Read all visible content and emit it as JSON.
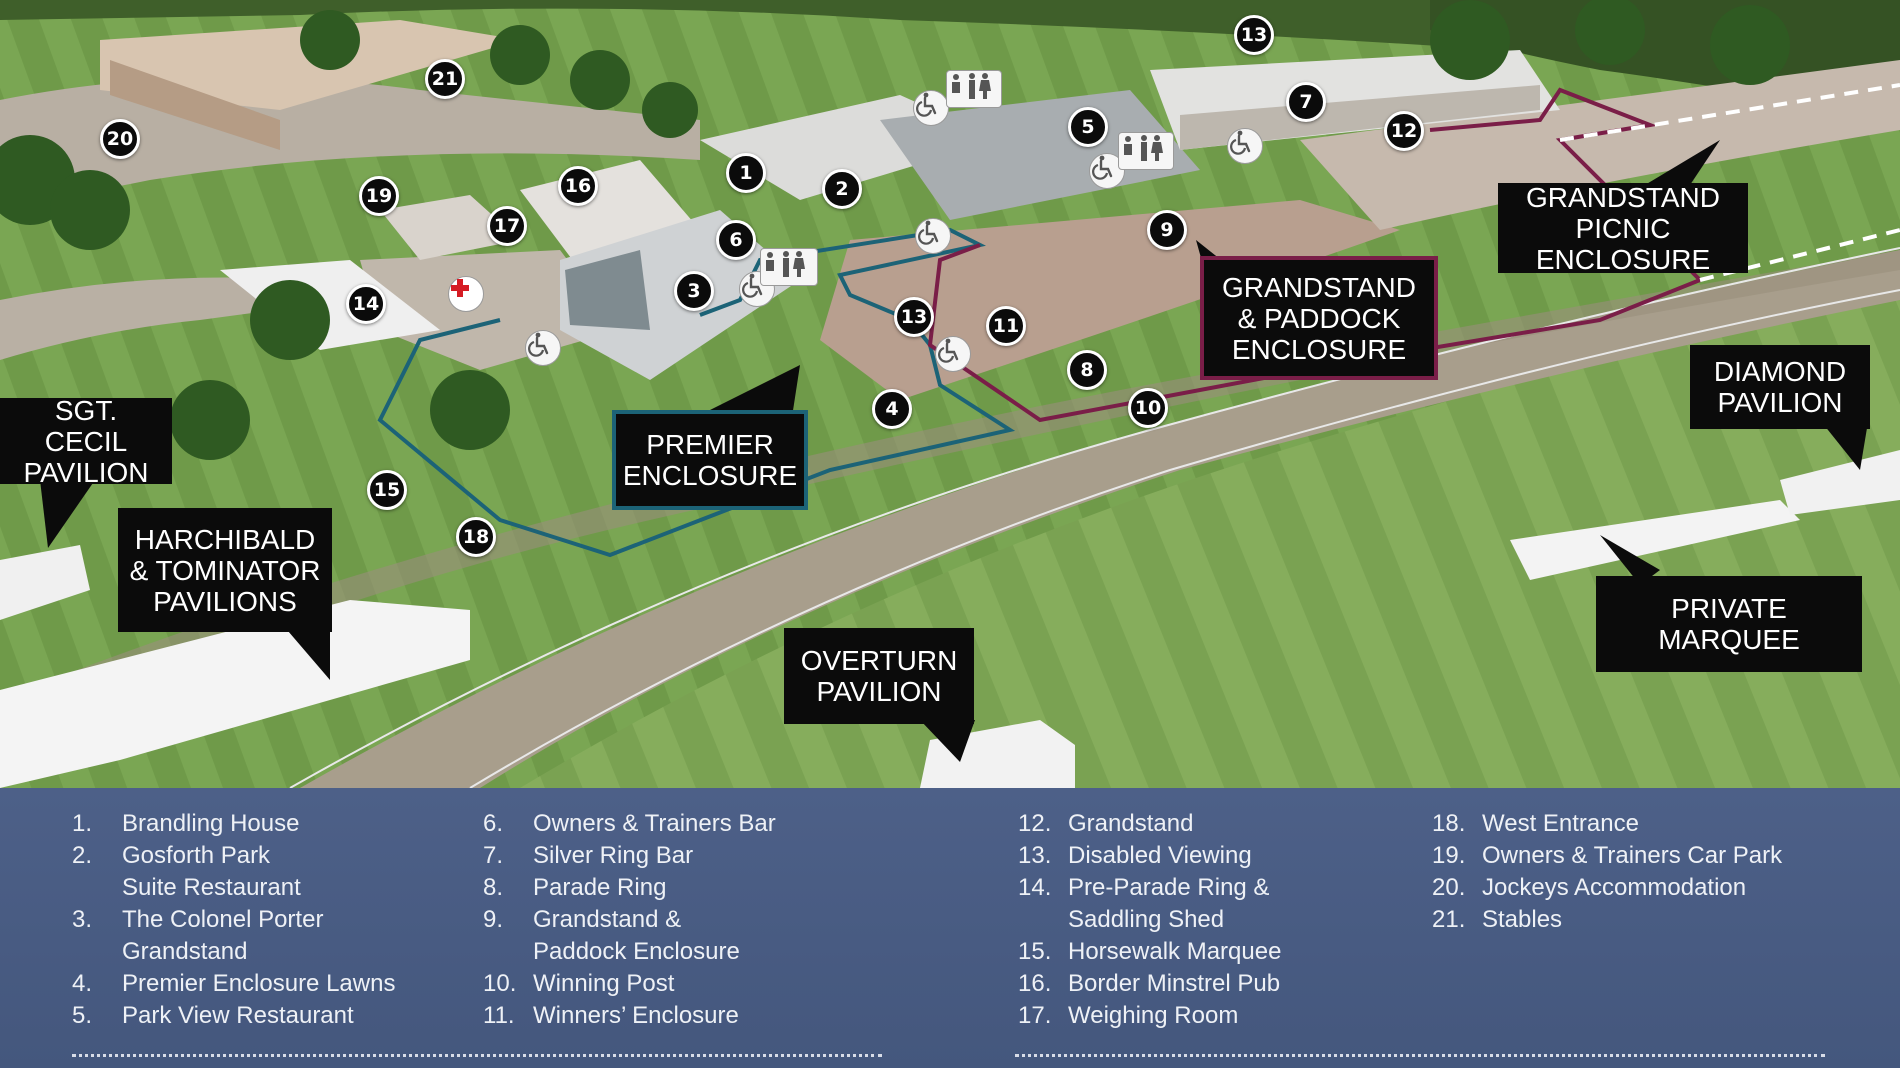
{
  "map": {
    "callouts": [
      {
        "id": "grandstand-picnic-enclosure",
        "text": "GRANDSTAND PICNIC\nENCLOSURE",
        "style": "plain"
      },
      {
        "id": "grandstand-paddock-enclosure",
        "text": "GRANDSTAND\n& PADDOCK\nENCLOSURE",
        "style": "maroon"
      },
      {
        "id": "premier-enclosure",
        "text": "PREMIER\nENCLOSURE",
        "style": "teal"
      },
      {
        "id": "sgt-cecil-pavilion",
        "text": "SGT. CECIL\nPAVILION",
        "style": "plain"
      },
      {
        "id": "harchibald-tominator-pavilions",
        "text": "HARCHIBALD\n& TOMINATOR\nPAVILIONS",
        "style": "plain"
      },
      {
        "id": "diamond-pavilion",
        "text": "DIAMOND\nPAVILION",
        "style": "plain"
      },
      {
        "id": "private-marquee",
        "text": "PRIVATE\nMARQUEE",
        "style": "plain"
      },
      {
        "id": "overturn-pavilion",
        "text": "OVERTURN\nPAVILION",
        "style": "plain"
      }
    ],
    "markers": [
      "13",
      "21",
      "20",
      "7",
      "5",
      "12",
      "1",
      "2",
      "16",
      "19",
      "17",
      "6",
      "9",
      "3",
      "14",
      "13",
      "11",
      "8",
      "4",
      "10",
      "15",
      "18"
    ],
    "icons": [
      "wheelchair-icon",
      "family-toilet-icon",
      "wheelchair-icon",
      "wheelchair-icon",
      "family-toilet-icon",
      "wheelchair-icon",
      "wheelchair-icon",
      "family-toilet-icon",
      "wheelchair-icon",
      "wheelchair-icon",
      "first-aid-icon"
    ],
    "colors": {
      "premier_boundary": "#1c6377",
      "grandstand_boundary": "#7a1e48",
      "label_bg": "#0b0b0b"
    }
  },
  "legend": {
    "columns": [
      [
        {
          "num": "1.",
          "text": "Brandling House"
        },
        {
          "num": "2.",
          "text": "Gosforth Park\nSuite Restaurant"
        },
        {
          "num": "3.",
          "text": "The Colonel Porter\nGrandstand"
        },
        {
          "num": "4.",
          "text": "Premier Enclosure Lawns"
        },
        {
          "num": "5.",
          "text": "Park View Restaurant"
        }
      ],
      [
        {
          "num": "6.",
          "text": "Owners & Trainers Bar"
        },
        {
          "num": "7.",
          "text": "Silver Ring Bar"
        },
        {
          "num": "8.",
          "text": "Parade Ring"
        },
        {
          "num": "9.",
          "text": "Grandstand &\nPaddock Enclosure"
        },
        {
          "num": "10.",
          "text": "Winning Post"
        },
        {
          "num": "11.",
          "text": "Winners’ Enclosure"
        }
      ],
      [
        {
          "num": "12.",
          "text": "Grandstand"
        },
        {
          "num": "13.",
          "text": "Disabled Viewing"
        },
        {
          "num": "14.",
          "text": "Pre-Parade Ring &\nSaddling Shed"
        },
        {
          "num": "15.",
          "text": "Horsewalk Marquee"
        },
        {
          "num": "16.",
          "text": "Border Minstrel Pub"
        },
        {
          "num": "17.",
          "text": "Weighing Room"
        }
      ],
      [
        {
          "num": "18.",
          "text": "West Entrance"
        },
        {
          "num": "19.",
          "text": "Owners & Trainers Car Park"
        },
        {
          "num": "20.",
          "text": "Jockeys Accommodation"
        },
        {
          "num": "21.",
          "text": "Stables"
        }
      ]
    ],
    "colors": {
      "background": "#4a5d82",
      "text": "#eef1f6"
    }
  }
}
